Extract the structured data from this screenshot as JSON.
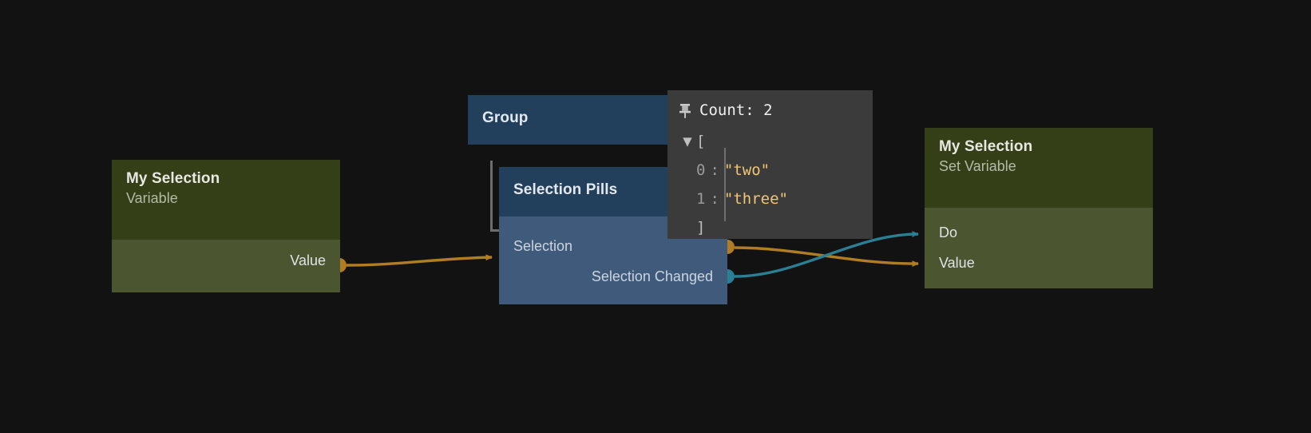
{
  "canvas": {
    "background": "#121212"
  },
  "group": {
    "title": "Group",
    "header_color": "#223f5c"
  },
  "variable_node": {
    "title": "My Selection",
    "subtitle": "Variable",
    "header_color": "#343f18",
    "body_color": "#4b552f",
    "ports": [
      {
        "label": "Value",
        "direction": "out",
        "color": "#b07d22"
      }
    ]
  },
  "pills_node": {
    "title": "Selection Pills",
    "header_color": "#223f5c",
    "body_color": "#3f5a7a",
    "ports": [
      {
        "label": "Selection",
        "direction": "in",
        "color": "#b07d22"
      },
      {
        "label": "Selection Changed",
        "direction": "out",
        "color": "#2b7f95"
      }
    ]
  },
  "set_variable_node": {
    "title": "My Selection",
    "subtitle": "Set Variable",
    "header_color": "#343f18",
    "body_color": "#4b552f",
    "ports": [
      {
        "label": "Do",
        "direction": "in",
        "color": "#2b7f95"
      },
      {
        "label": "Value",
        "direction": "in",
        "color": "#b07d22"
      }
    ]
  },
  "watch_popup": {
    "pin_icon": "pin-icon",
    "header_label": "Count: 2",
    "disclosure_icon": "triangle-down-icon",
    "open_bracket": "[",
    "close_bracket": "]",
    "entries": [
      {
        "index": "0",
        "separator": ":",
        "value": "\"two\""
      },
      {
        "index": "1",
        "separator": ":",
        "value": "\"three\""
      }
    ],
    "background": "#3b3b3b",
    "string_color": "#f0c674"
  },
  "wires": [
    {
      "name": "value-to-selection",
      "color": "#b07d22"
    },
    {
      "name": "selection-to-value",
      "color": "#b07d22"
    },
    {
      "name": "selection-changed-to-do",
      "color": "#2b7f95"
    }
  ]
}
